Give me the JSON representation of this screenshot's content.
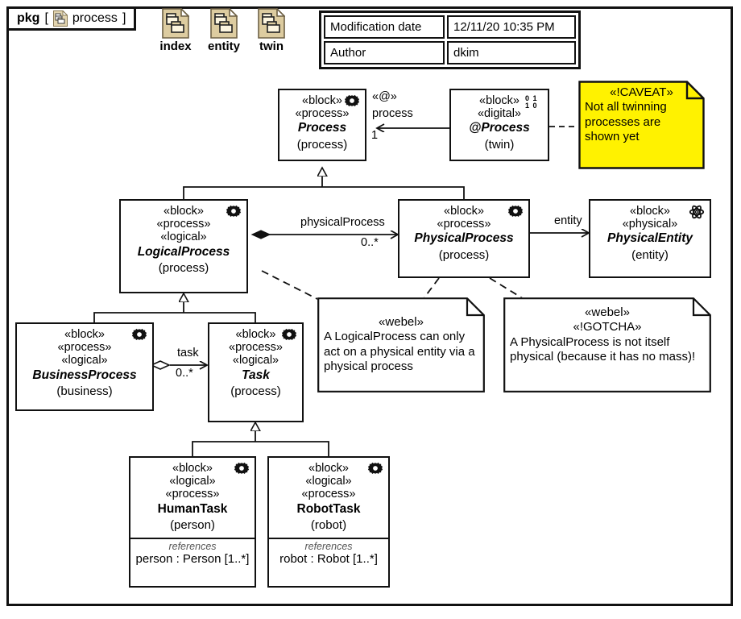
{
  "diagram": {
    "kind": "pkg",
    "open_bracket": "[",
    "close_bracket": "]",
    "name": "process",
    "frame_icon": "package-icon"
  },
  "package_icons": [
    {
      "label": "index",
      "icon": "package-file-icon"
    },
    {
      "label": "entity",
      "icon": "package-file-icon"
    },
    {
      "label": "twin",
      "icon": "package-file-icon"
    }
  ],
  "metadata": {
    "rows": [
      {
        "key": "Modification date",
        "value": "12/11/20 10:35 PM"
      },
      {
        "key": "Author",
        "value": "dkim"
      }
    ]
  },
  "blocks": {
    "process": {
      "stereotypes": [
        "«block»",
        "«process»"
      ],
      "name": "Process",
      "pkgref": "(process)",
      "badge": "gear-icon",
      "abstract": true
    },
    "at_process": {
      "stereotypes": [
        "«block»",
        "«digital»"
      ],
      "name": "@Process",
      "pkgref": "(twin)",
      "badge": "digital-binary-icon",
      "badge_text_top": "0 1",
      "badge_text_bottom": "1 0",
      "abstract": true
    },
    "logical_process": {
      "stereotypes": [
        "«block»",
        "«process»",
        "«logical»"
      ],
      "name": "LogicalProcess",
      "pkgref": "(process)",
      "badge": "gear-icon",
      "abstract": true
    },
    "physical_process": {
      "stereotypes": [
        "«block»",
        "«process»"
      ],
      "name": "PhysicalProcess",
      "pkgref": "(process)",
      "badge": "gear-icon",
      "abstract": true
    },
    "physical_entity": {
      "stereotypes": [
        "«block»",
        "«physical»"
      ],
      "name": "PhysicalEntity",
      "pkgref": "(entity)",
      "badge": "atom-icon",
      "abstract": true
    },
    "business_process": {
      "stereotypes": [
        "«block»",
        "«process»",
        "«logical»"
      ],
      "name": "BusinessProcess",
      "pkgref": "(business)",
      "badge": "gear-icon",
      "abstract": true
    },
    "task": {
      "stereotypes": [
        "«block»",
        "«process»",
        "«logical»"
      ],
      "name": "Task",
      "pkgref": "(process)",
      "badge": "gear-icon",
      "abstract": true
    },
    "human_task": {
      "stereotypes": [
        "«block»",
        "«logical»",
        "«process»"
      ],
      "name": "HumanTask",
      "pkgref": "(person)",
      "badge": "gear-icon",
      "abstract": false,
      "references_title": "references",
      "references_line": "person : Person [1..*]"
    },
    "robot_task": {
      "stereotypes": [
        "«block»",
        "«logical»",
        "«process»"
      ],
      "name": "RobotTask",
      "pkgref": "(robot)",
      "badge": "gear-icon",
      "abstract": false,
      "references_title": "references",
      "references_line": "robot : Robot [1..*]"
    }
  },
  "notes": {
    "caveat": {
      "stereotype": "«!CAVEAT»",
      "text": "Not all twinning processes are shown yet",
      "color": "#FFF200"
    },
    "webel_logical": {
      "stereotype": "«webel»",
      "text": "A LogicalProcess can only act on a physical entity via a physical process",
      "color": "#FFFFFF"
    },
    "webel_gotcha": {
      "stereotype": "«webel»",
      "stereotype2": "«!GOTCHA»",
      "text": "A PhysicalProcess is not itself physical (because it has no mass)!",
      "color": "#FFFFFF"
    }
  },
  "edges": {
    "twin_to_process": {
      "stereotype": "«@»",
      "role": "process",
      "multiplicity": "1"
    },
    "logical_to_physical": {
      "role": "physicalProcess",
      "multiplicity": "0..*",
      "kind": "composition"
    },
    "physical_to_entity": {
      "role": "entity",
      "kind": "association"
    },
    "business_to_task": {
      "role": "task",
      "multiplicity": "0..*",
      "kind": "aggregation"
    }
  }
}
